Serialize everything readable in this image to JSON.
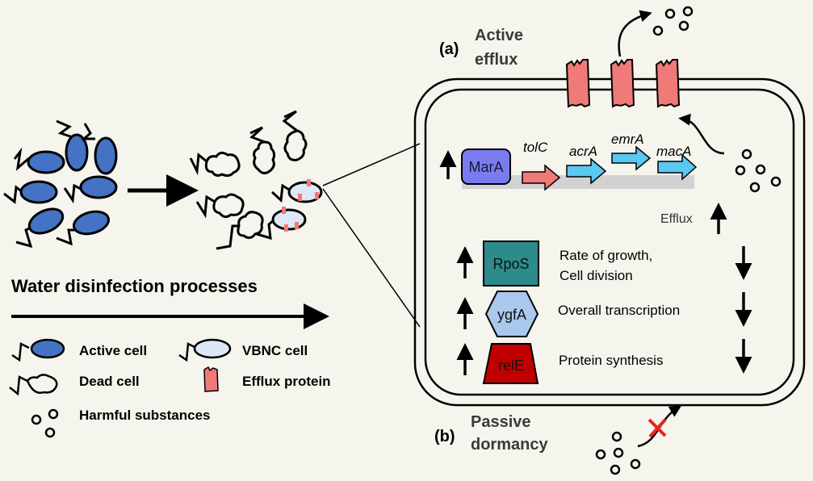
{
  "title": "Water disinfection processes",
  "legend": {
    "active_cell": "Active cell",
    "vbnc_cell": "VBNC cell",
    "dead_cell": "Dead cell",
    "efflux_protein": "Efflux protein",
    "harmful_substances": "Harmful substances"
  },
  "panel_a": {
    "tag": "(a)",
    "line1": "Active",
    "line2": "efflux"
  },
  "panel_b": {
    "tag": "(b)",
    "line1": "Passive",
    "line2": "dormancy"
  },
  "genes": {
    "regulator": "MarA",
    "operon": [
      "tolC",
      "acrA",
      "emrA",
      "macA"
    ]
  },
  "efflux_label": "Efflux",
  "dormancy_rows": [
    {
      "protein": "RpoS",
      "effect_line1": "Rate of growth,",
      "effect_line2": "Cell division"
    },
    {
      "protein": "ygfA",
      "effect_line1": "Overall transcription",
      "effect_line2": ""
    },
    {
      "protein": "relE",
      "effect_line1": "Protein synthesis",
      "effect_line2": ""
    }
  ],
  "colors": {
    "background": "#f5f5ee",
    "active_cell": "#4472c4",
    "vbnc_cell": "#dde8f5",
    "efflux_protein": "#f07a78",
    "mara": "#7b7bf0",
    "tolc": "#f07a78",
    "operon_arrow": "#5bc8f0",
    "rpos": "#2e8b8b",
    "ygfa": "#a9c8ec",
    "rele": "#c00000",
    "block_x": "#e8251f"
  }
}
